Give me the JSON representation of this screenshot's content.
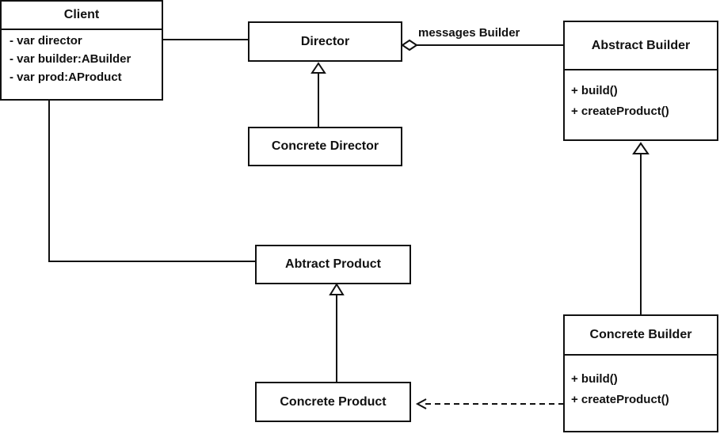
{
  "diagram": {
    "classes": {
      "client": {
        "name": "Client",
        "attributes": [
          "- var director",
          "- var builder:ABuilder",
          "- var prod:AProduct"
        ]
      },
      "director": {
        "name": "Director"
      },
      "concrete_director": {
        "name": "Concrete Director"
      },
      "abstract_builder": {
        "name": "Abstract Builder",
        "operations": [
          "+ build()",
          "+ createProduct()"
        ]
      },
      "abstract_product": {
        "name": "Abtract Product"
      },
      "concrete_product": {
        "name": "Concrete Product"
      },
      "concrete_builder": {
        "name": "Concrete Builder",
        "operations": [
          "+ build()",
          "+ createProduct()"
        ]
      }
    },
    "relations": [
      {
        "from": "Client",
        "to": "Director",
        "kind": "association"
      },
      {
        "from": "Director",
        "to": "Abstract Builder",
        "kind": "aggregation",
        "label": "messages Builder"
      },
      {
        "from": "Concrete Director",
        "to": "Director",
        "kind": "generalization"
      },
      {
        "from": "Concrete Builder",
        "to": "Abstract Builder",
        "kind": "generalization"
      },
      {
        "from": "Client",
        "to": "Abtract Product",
        "kind": "association"
      },
      {
        "from": "Concrete Product",
        "to": "Abtract Product",
        "kind": "generalization"
      },
      {
        "from": "Concrete Builder",
        "to": "Concrete Product",
        "kind": "dependency"
      }
    ]
  }
}
